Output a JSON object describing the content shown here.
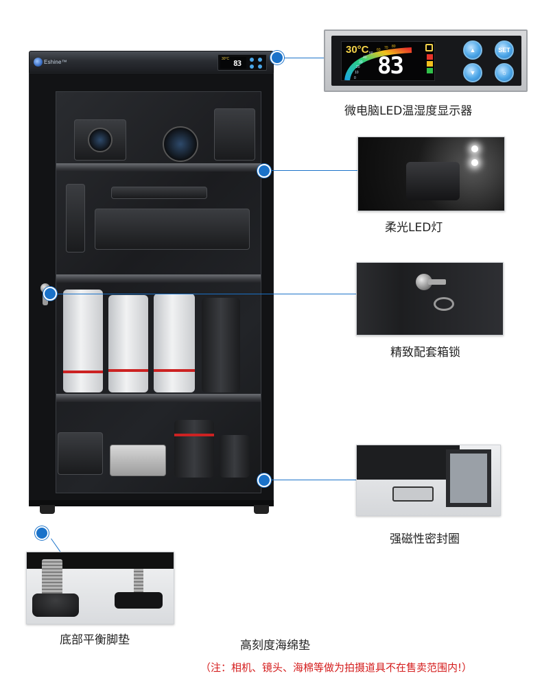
{
  "brand": {
    "logo_text": "Eshine™"
  },
  "display": {
    "temperature": "30°C",
    "humidity": "83",
    "scale_ticks": [
      "0",
      "10",
      "20",
      "30",
      "40",
      "50",
      "60",
      "70",
      "80"
    ],
    "buttons": {
      "up": "▲",
      "set": "SET",
      "down": "▼",
      "light": "☼"
    },
    "bar_colors": [
      "#e8342a",
      "#f3c01e",
      "#31c14a"
    ]
  },
  "callouts": {
    "display": "微电脑LED温湿度显示器",
    "light": "柔光LED灯",
    "lock": "精致配套箱锁",
    "seal": "强磁性密封圈",
    "feet": "底部平衡脚垫",
    "sponge": "高刻度海绵垫"
  },
  "note": "（注：相机、镜头、海棉等做为拍摄道具不在售卖范围内!）",
  "colors": {
    "accent": "#1a72c9",
    "note": "#d41c1c"
  }
}
